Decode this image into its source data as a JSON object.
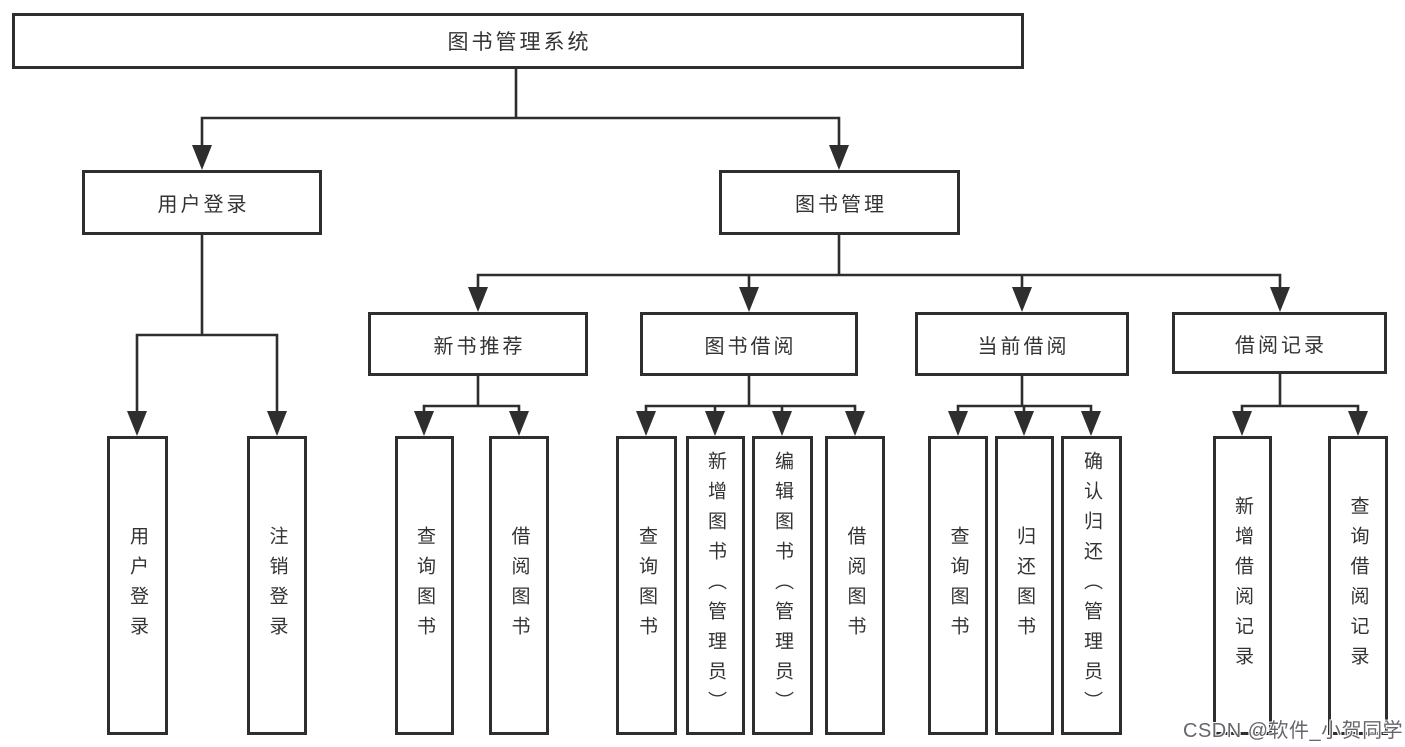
{
  "diagram": {
    "root": {
      "label": "图书管理系统"
    },
    "level2": [
      {
        "label": "用户登录"
      },
      {
        "label": "图书管理"
      }
    ],
    "level3": [
      {
        "label": "新书推荐",
        "parent": "图书管理"
      },
      {
        "label": "图书借阅",
        "parent": "图书管理"
      },
      {
        "label": "当前借阅",
        "parent": "图书管理"
      },
      {
        "label": "借阅记录",
        "parent": "图书管理"
      }
    ],
    "leaves": [
      {
        "label": "用户登录",
        "parent": "用户登录"
      },
      {
        "label": "注销登录",
        "parent": "用户登录"
      },
      {
        "label": "查询图书",
        "parent": "新书推荐"
      },
      {
        "label": "借阅图书",
        "parent": "新书推荐"
      },
      {
        "label": "查询图书",
        "parent": "图书借阅"
      },
      {
        "label": "新增图书（管理员）",
        "parent": "图书借阅"
      },
      {
        "label": "编辑图书（管理员）",
        "parent": "图书借阅"
      },
      {
        "label": "借阅图书",
        "parent": "图书借阅"
      },
      {
        "label": "查询图书",
        "parent": "当前借阅"
      },
      {
        "label": "归还图书",
        "parent": "当前借阅"
      },
      {
        "label": "确认归还（管理员）",
        "parent": "当前借阅"
      },
      {
        "label": "新增借阅记录",
        "parent": "借阅记录"
      },
      {
        "label": "查询借阅记录",
        "parent": "借阅记录"
      }
    ]
  },
  "watermark": {
    "text": "CSDN @软件_小贺同学"
  },
  "colors": {
    "line": "#2e2e2e",
    "border": "#2e2e2e",
    "text": "#333333",
    "background": "#ffffff",
    "watermark": "#66666c"
  }
}
